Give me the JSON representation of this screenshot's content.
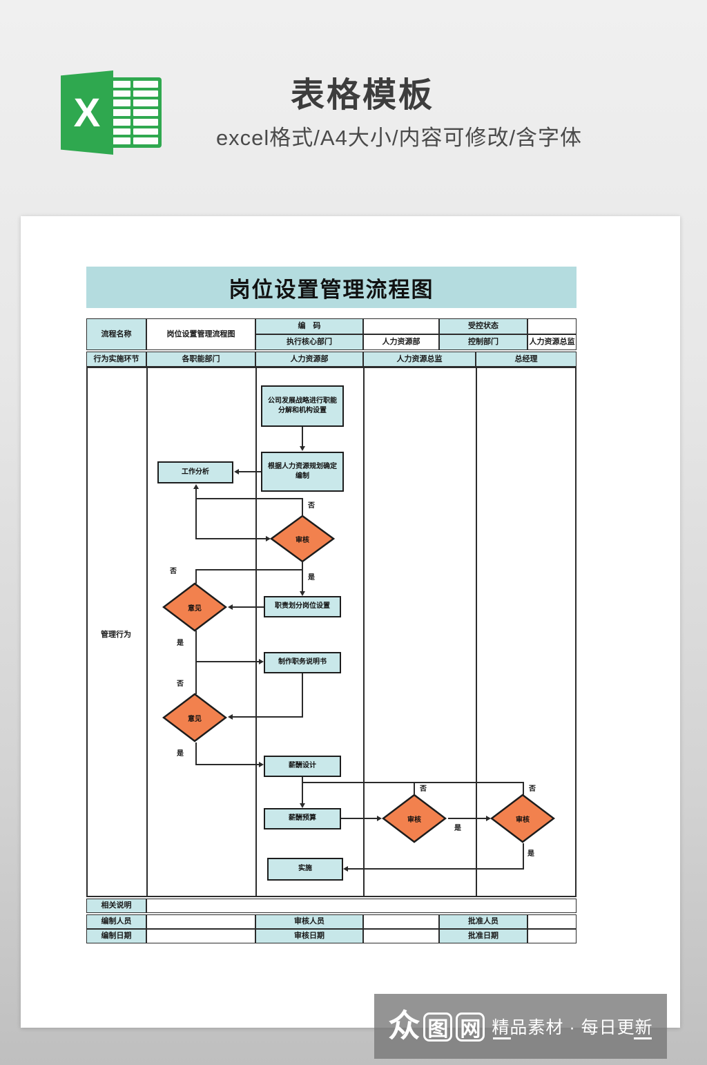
{
  "header": {
    "title": "表格模板",
    "subtitle": "excel格式/A4大小/内容可修改/含字体",
    "excel_letter": "X"
  },
  "doc_title": "岗位设置管理流程图",
  "info": {
    "process_name_label": "流程名称",
    "process_name_value": "岗位设置管理流程图",
    "code_label": "编　码",
    "code_value": "",
    "controlled_state_label": "受控状态",
    "controlled_state_value": "",
    "exec_dept_label": "执行核心部门",
    "exec_dept_value": "人力资源部",
    "control_dept_label": "控制部门",
    "control_dept_value": "人力资源总监"
  },
  "lanes": {
    "corner": "行为实施环节",
    "items": [
      "各职能部门",
      "人力资源部",
      "人力资源总监",
      "总经理"
    ]
  },
  "row_label": "管理行为",
  "nodes": {
    "strategy": "公司发展战略进行职能分解和机构设置",
    "planning": "根据人力资源规划确定编制",
    "job_analysis": "工作分析",
    "review1": "审核",
    "duty": "职责划分岗位设置",
    "opinion1": "意见",
    "jobdesc": "制作职务说明书",
    "opinion2": "意见",
    "salary_design": "薪酬设计",
    "salary_budget": "薪酬预算",
    "review2": "审核",
    "review3": "审核",
    "implement": "实施"
  },
  "edge_labels": {
    "r1_no": "否",
    "r1_yes": "是",
    "o1_no": "否",
    "o1_yes": "是",
    "o2_no": "否",
    "o2_yes": "是",
    "r2_no": "否",
    "r2_yes": "是",
    "r3_no": "否",
    "r3_yes": "是"
  },
  "footer_rows": {
    "remark_label": "相关说明",
    "maker_label": "编制人员",
    "reviewer_label": "审核人员",
    "approver_label": "批准人员",
    "make_date_label": "编制日期",
    "review_date_label": "审核日期",
    "approve_date_label": "批准日期"
  },
  "watermark": {
    "char_people": "众",
    "char_tu": "图",
    "char_wang": "网",
    "slogan": "精品素材 · 每日更新"
  },
  "colors": {
    "excel_green": "#2fa84f",
    "banner_cyan": "#b4dcdf",
    "cell_cyan": "#c7e7e9",
    "node_cyan": "#c9e8ea",
    "diamond_orange": "#f2814e"
  }
}
